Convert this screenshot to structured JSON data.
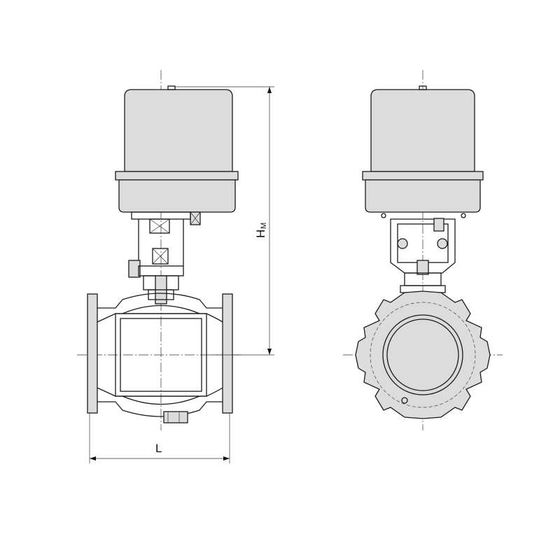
{
  "dimensions": {
    "height_label": "H",
    "height_subscript": "M",
    "length_label": "L"
  }
}
